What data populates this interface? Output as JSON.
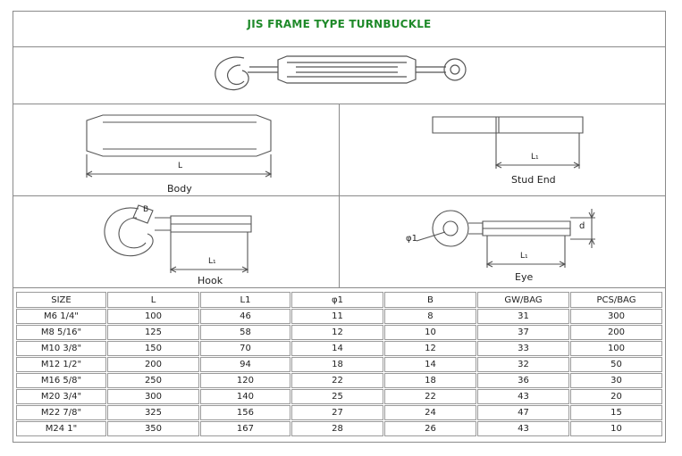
{
  "title": "JIS FRAME TYPE TURNBUCKLE",
  "colors": {
    "title": "#1f8a2a",
    "border": "#8a8a8a",
    "line": "#555555"
  },
  "drawings": {
    "body": {
      "caption": "Body",
      "dim_label": "L"
    },
    "stud_end": {
      "caption": "Stud End",
      "dim_label": "L₁"
    },
    "hook": {
      "caption": "Hook",
      "dim_label": "L₁",
      "b_label": "B"
    },
    "eye": {
      "caption": "Eye",
      "dim_label": "L₁",
      "phi_label": "φ1",
      "d_label": "d"
    }
  },
  "table": {
    "headers": [
      "SIZE",
      "L",
      "L1",
      "φ1",
      "B",
      "GW/BAG",
      "PCS/BAG"
    ],
    "rows": [
      [
        "M6 1/4\"",
        "100",
        "46",
        "11",
        "8",
        "31",
        "300"
      ],
      [
        "M8 5/16\"",
        "125",
        "58",
        "12",
        "10",
        "37",
        "200"
      ],
      [
        "M10 3/8\"",
        "150",
        "70",
        "14",
        "12",
        "33",
        "100"
      ],
      [
        "M12 1/2\"",
        "200",
        "94",
        "18",
        "14",
        "32",
        "50"
      ],
      [
        "M16 5/8\"",
        "250",
        "120",
        "22",
        "18",
        "36",
        "30"
      ],
      [
        "M20 3/4\"",
        "300",
        "140",
        "25",
        "22",
        "43",
        "20"
      ],
      [
        "M22 7/8\"",
        "325",
        "156",
        "27",
        "24",
        "47",
        "15"
      ],
      [
        "M24 1\"",
        "350",
        "167",
        "28",
        "26",
        "43",
        "10"
      ]
    ]
  }
}
